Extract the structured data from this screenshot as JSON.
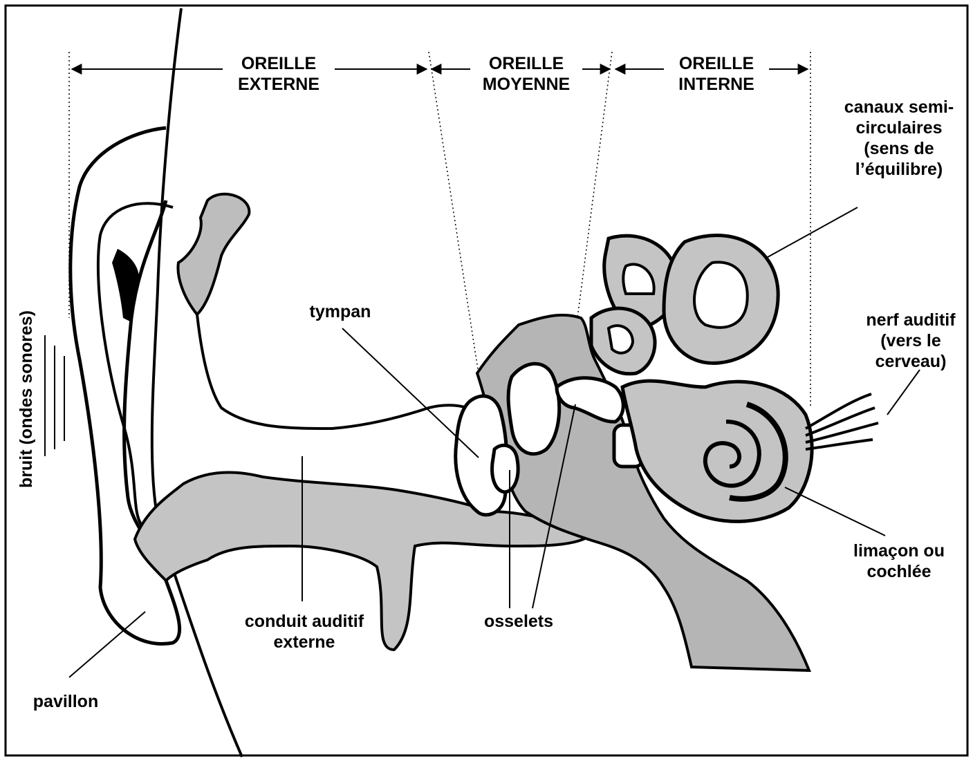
{
  "sections": {
    "outer": {
      "line1": "OREILLE",
      "line2": "EXTERNE"
    },
    "middle": {
      "line1": "OREILLE",
      "line2": "MOYENNE"
    },
    "inner": {
      "line1": "OREILLE",
      "line2": "INTERNE"
    }
  },
  "labels": {
    "canals": [
      "canaux semi-",
      "circulaires",
      "(sens de",
      "l’équilibre)"
    ],
    "nerve": [
      "nerf auditif",
      "(vers le",
      "cerveau)"
    ],
    "tympan": "tympan",
    "cochlea": [
      "limaçon ou",
      "cochlée"
    ],
    "ossicles": "osselets",
    "canal": [
      "conduit auditif",
      "externe"
    ],
    "pinna": "pavillon",
    "sound": "bruit (ondes sonores)"
  },
  "colors": {
    "shade": "#bdbdbd",
    "outline": "#000000"
  }
}
